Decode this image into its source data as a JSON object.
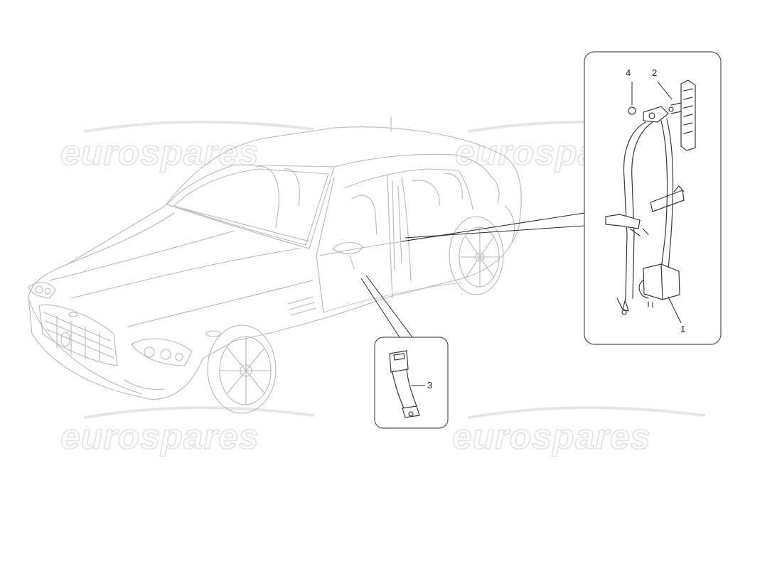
{
  "callouts": {
    "c1": "1",
    "c2": "2",
    "c3": "3",
    "c4": "4"
  },
  "watermark": {
    "text": "eurospares"
  },
  "colors": {
    "car_lines": "#b8b8c8",
    "part_lines": "#3a3a3a",
    "watermark": "#e2e2e2"
  }
}
